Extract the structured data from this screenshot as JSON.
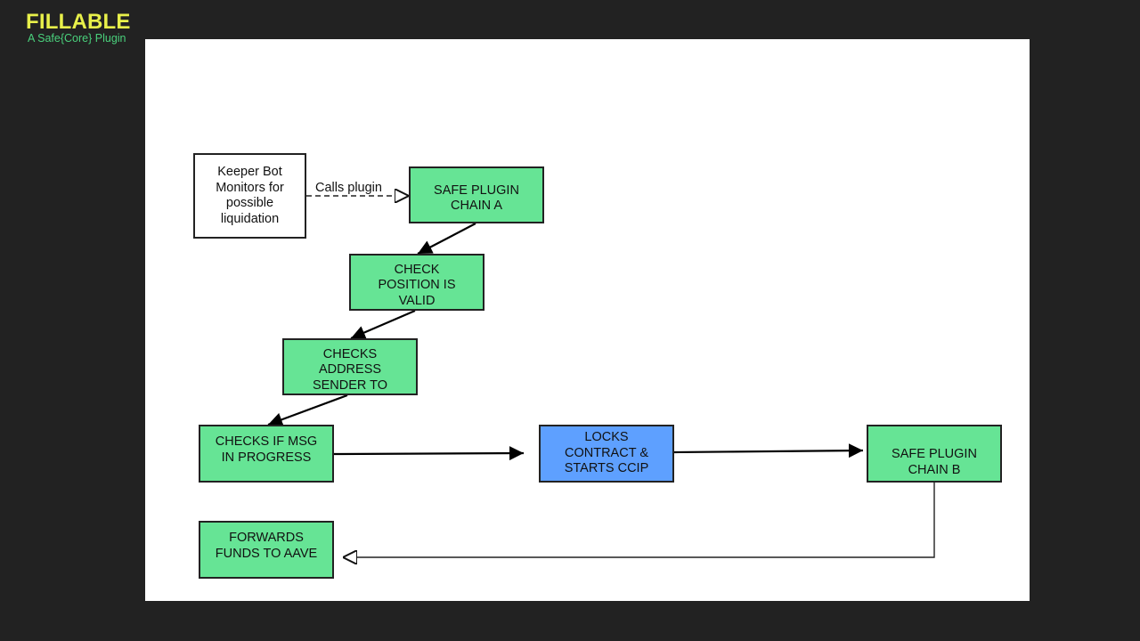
{
  "brand": {
    "title": "FILLABLE",
    "subtitle": "A Safe{Core} Plugin",
    "title_color": "#e8f04a",
    "subtitle_color": "#4ad17c"
  },
  "colors": {
    "background": "#222222",
    "canvas": "#ffffff",
    "node_green": "#66e495",
    "node_blue": "#5ea0ff",
    "node_border": "#222222"
  },
  "nodes": {
    "keeper": {
      "lines": [
        "Keeper Bot",
        "Monitors for",
        "possible",
        "liquidation"
      ]
    },
    "plugin_a": {
      "lines": [
        "SAFE PLUGIN",
        "CHAIN A"
      ]
    },
    "check_position": {
      "lines": [
        "CHECK",
        "POSITION IS",
        "VALID"
      ]
    },
    "checks_address": {
      "lines": [
        "CHECKS",
        "ADDRESS",
        "SENDER TO"
      ]
    },
    "checks_msg": {
      "lines": [
        "CHECKS IF MSG",
        "IN PROGRESS"
      ]
    },
    "locks": {
      "lines": [
        "LOCKS",
        "CONTRACT &",
        "STARTS CCIP"
      ]
    },
    "plugin_b": {
      "lines": [
        "SAFE PLUGIN",
        "CHAIN B"
      ]
    },
    "forwards": {
      "lines": [
        "FORWARDS",
        "FUNDS TO AAVE"
      ]
    }
  },
  "edges": {
    "calls_plugin_label": "Calls plugin"
  }
}
